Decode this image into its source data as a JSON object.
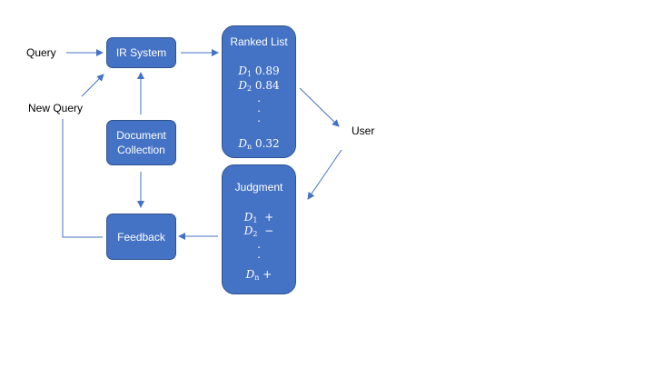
{
  "diagram": {
    "labels": {
      "query": "Query",
      "new_query": "New Query",
      "user": "User"
    },
    "boxes": {
      "ir_system": "IR System",
      "document_collection": "Document Collection",
      "feedback": "Feedback",
      "ranked_list": {
        "title": "Ranked List",
        "items": [
          {
            "symbol": "D",
            "sub": "1",
            "value": "0.89"
          },
          {
            "symbol": "D",
            "sub": "2",
            "value": "0.84"
          },
          {
            "symbol": "D",
            "sub": "n",
            "value": "0.32"
          }
        ],
        "ellipsis": ".\n.\n."
      },
      "judgment": {
        "title": "Judgment",
        "items": [
          {
            "symbol": "D",
            "sub": "1",
            "value": "+"
          },
          {
            "symbol": "D",
            "sub": "2",
            "value": "−"
          },
          {
            "symbol": "D",
            "sub": "n",
            "value": "+"
          }
        ],
        "ellipsis": ".\n."
      }
    },
    "colors": {
      "box_fill": "#4472c4",
      "box_border": "#2f528f",
      "box_text": "#ffffff",
      "arrow": "#4472c4",
      "label_text": "#000000"
    }
  }
}
